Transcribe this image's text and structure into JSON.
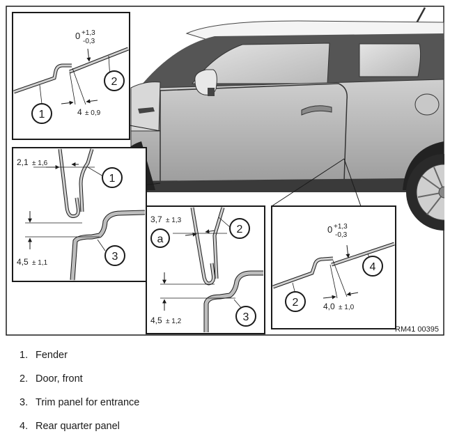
{
  "figure": {
    "ref_code": "RM41 00395",
    "callouts": {
      "panel_top_left": {
        "one": "1",
        "two": "2"
      },
      "panel_mid_left": {
        "one": "1",
        "three": "3"
      },
      "panel_bottom_mid": {
        "a": "a",
        "two": "2",
        "three": "3"
      },
      "panel_bottom_right": {
        "two": "2",
        "four": "4"
      }
    },
    "dimensions": {
      "tl_gap": {
        "main": "0",
        "plus": "+1,3",
        "minus": "-0,3"
      },
      "tl_width": {
        "main": "4",
        "tol": "± 0,9"
      },
      "ml_top": {
        "main": "2,1",
        "tol": "± 1,6"
      },
      "ml_bottom": {
        "main": "4,5",
        "tol": "± 1,1"
      },
      "bm_top": {
        "main": "3,7",
        "tol": "± 1,3"
      },
      "bm_bottom": {
        "main": "4,5",
        "tol": "± 1,2"
      },
      "br_gap": {
        "main": "0",
        "plus": "+1,3",
        "minus": "-0,3"
      },
      "br_width": {
        "main": "4,0",
        "tol": "± 1,0"
      }
    }
  },
  "legend": [
    {
      "num": "1.",
      "label": "Fender"
    },
    {
      "num": "2.",
      "label": "Door, front"
    },
    {
      "num": "3.",
      "label": "Trim panel for entrance"
    },
    {
      "num": "4.",
      "label": "Rear quarter panel"
    }
  ]
}
